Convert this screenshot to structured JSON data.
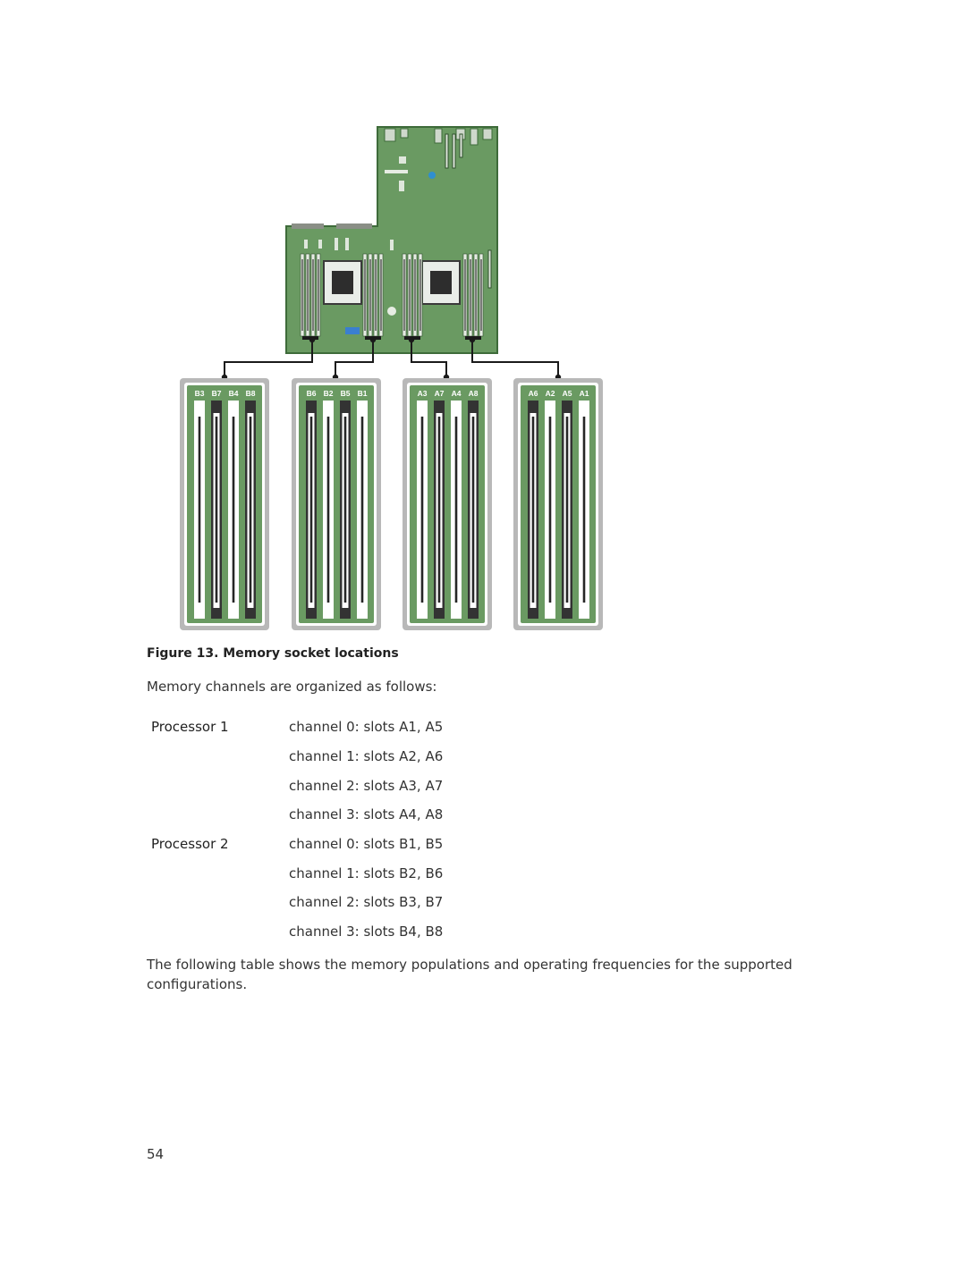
{
  "figure": {
    "caption": "Figure 13. Memory socket locations",
    "groups": [
      {
        "slots": [
          "B3",
          "B7",
          "B4",
          "B8"
        ]
      },
      {
        "slots": [
          "B6",
          "B2",
          "B5",
          "B1"
        ]
      },
      {
        "slots": [
          "A3",
          "A7",
          "A4",
          "A8"
        ]
      },
      {
        "slots": [
          "A6",
          "A2",
          "A5",
          "A1"
        ]
      }
    ],
    "colors": {
      "board": "#6a9a62",
      "board_edge": "#3e6b3a",
      "frame": "#b8b8b8",
      "slot_light": "#ffffff",
      "slot_dark": "#333333",
      "connector": "#1a1a1a"
    }
  },
  "intro": "Memory channels are organized as follows:",
  "processors": [
    {
      "label": "Processor 1",
      "channels": [
        "channel 0: slots A1, A5",
        "channel 1: slots A2, A6",
        "channel 2: slots A3, A7",
        "channel 3: slots A4, A8"
      ]
    },
    {
      "label": "Processor 2",
      "channels": [
        "channel 0: slots B1, B5",
        "channel 1: slots B2, B6",
        "channel 2: slots B3, B7",
        "channel 3: slots B4, B8"
      ]
    }
  ],
  "paragraph": "The following table shows the memory populations and operating frequencies for the supported configurations.",
  "page_number": "54"
}
